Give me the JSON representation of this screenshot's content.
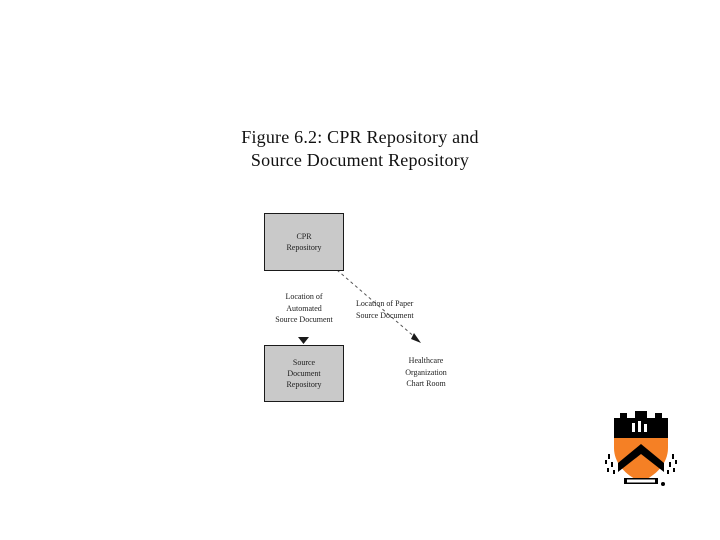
{
  "slide": {
    "background_color": "#ffffff"
  },
  "figure": {
    "title_line1": "Figure 6.2: CPR Repository and",
    "title_line2": "Source Document Repository"
  },
  "diagram": {
    "type": "flow-diagram",
    "box_fill_color": "#c9c9c9",
    "box_border_color": "#1a1a1a",
    "nodes": [
      {
        "id": "cpr-repository",
        "lines": [
          "CPR",
          "Repository"
        ],
        "shape": "rectangle",
        "fill": "#c9c9c9"
      },
      {
        "id": "source-document-repository",
        "lines": [
          "Source",
          "Document",
          "Repository"
        ],
        "shape": "rectangle",
        "fill": "#c9c9c9"
      }
    ],
    "labels": [
      {
        "id": "location-automated-source-document",
        "lines": [
          "Location of",
          "Automated",
          "Source Document"
        ]
      },
      {
        "id": "location-paper-source-document",
        "lines": [
          "Location of Paper",
          "Source Document"
        ]
      },
      {
        "id": "healthcare-organization-chart-room",
        "lines": [
          "Healthcare",
          "Organization",
          "Chart Room"
        ]
      }
    ],
    "connectors": [
      {
        "id": "cpr-to-source-document-repository",
        "style": "arrow-down",
        "line_style": "none",
        "from": "cpr-repository",
        "to": "source-document-repository"
      },
      {
        "id": "cpr-to-chart-room",
        "style": "arrow-diagonal",
        "line_style": "dashed",
        "from": "cpr-repository",
        "to": "healthcare-organization-chart-room"
      }
    ]
  },
  "logo": {
    "name": "princeton-university-shield",
    "shield_body_color": "#f58025",
    "shield_top_color": "#000000",
    "chevron_color": "#000000"
  }
}
